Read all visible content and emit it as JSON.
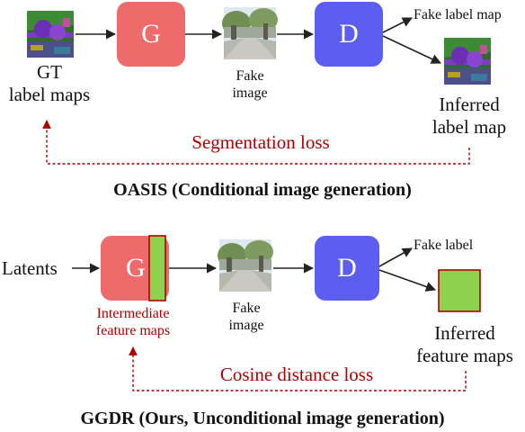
{
  "colors": {
    "generator_fill": "#ee6b6b",
    "discriminator_fill": "#5b5ef0",
    "feature_fill": "#8fd14f",
    "loss_color": "#b00000",
    "arrow_color": "#222222"
  },
  "top": {
    "gt_label": [
      "GT",
      "label maps"
    ],
    "generator_label": "G",
    "fake_image_label": [
      "Fake",
      "image"
    ],
    "discriminator_label": "D",
    "fake_output_label": "Fake label map",
    "inferred_label": [
      "Inferred",
      "label map"
    ],
    "loss_label": "Segmentation loss",
    "caption": "OASIS (Conditional image generation)"
  },
  "bottom": {
    "input_label": "Latents",
    "generator_label": "G",
    "intermediate_label": [
      "Intermediate",
      "feature maps"
    ],
    "fake_image_label": [
      "Fake",
      "image"
    ],
    "discriminator_label": "D",
    "fake_output_label": "Fake label",
    "inferred_label": [
      "Inferred",
      "feature maps"
    ],
    "loss_label": "Cosine distance loss",
    "caption": "GGDR (Ours, Unconditional image generation)"
  }
}
